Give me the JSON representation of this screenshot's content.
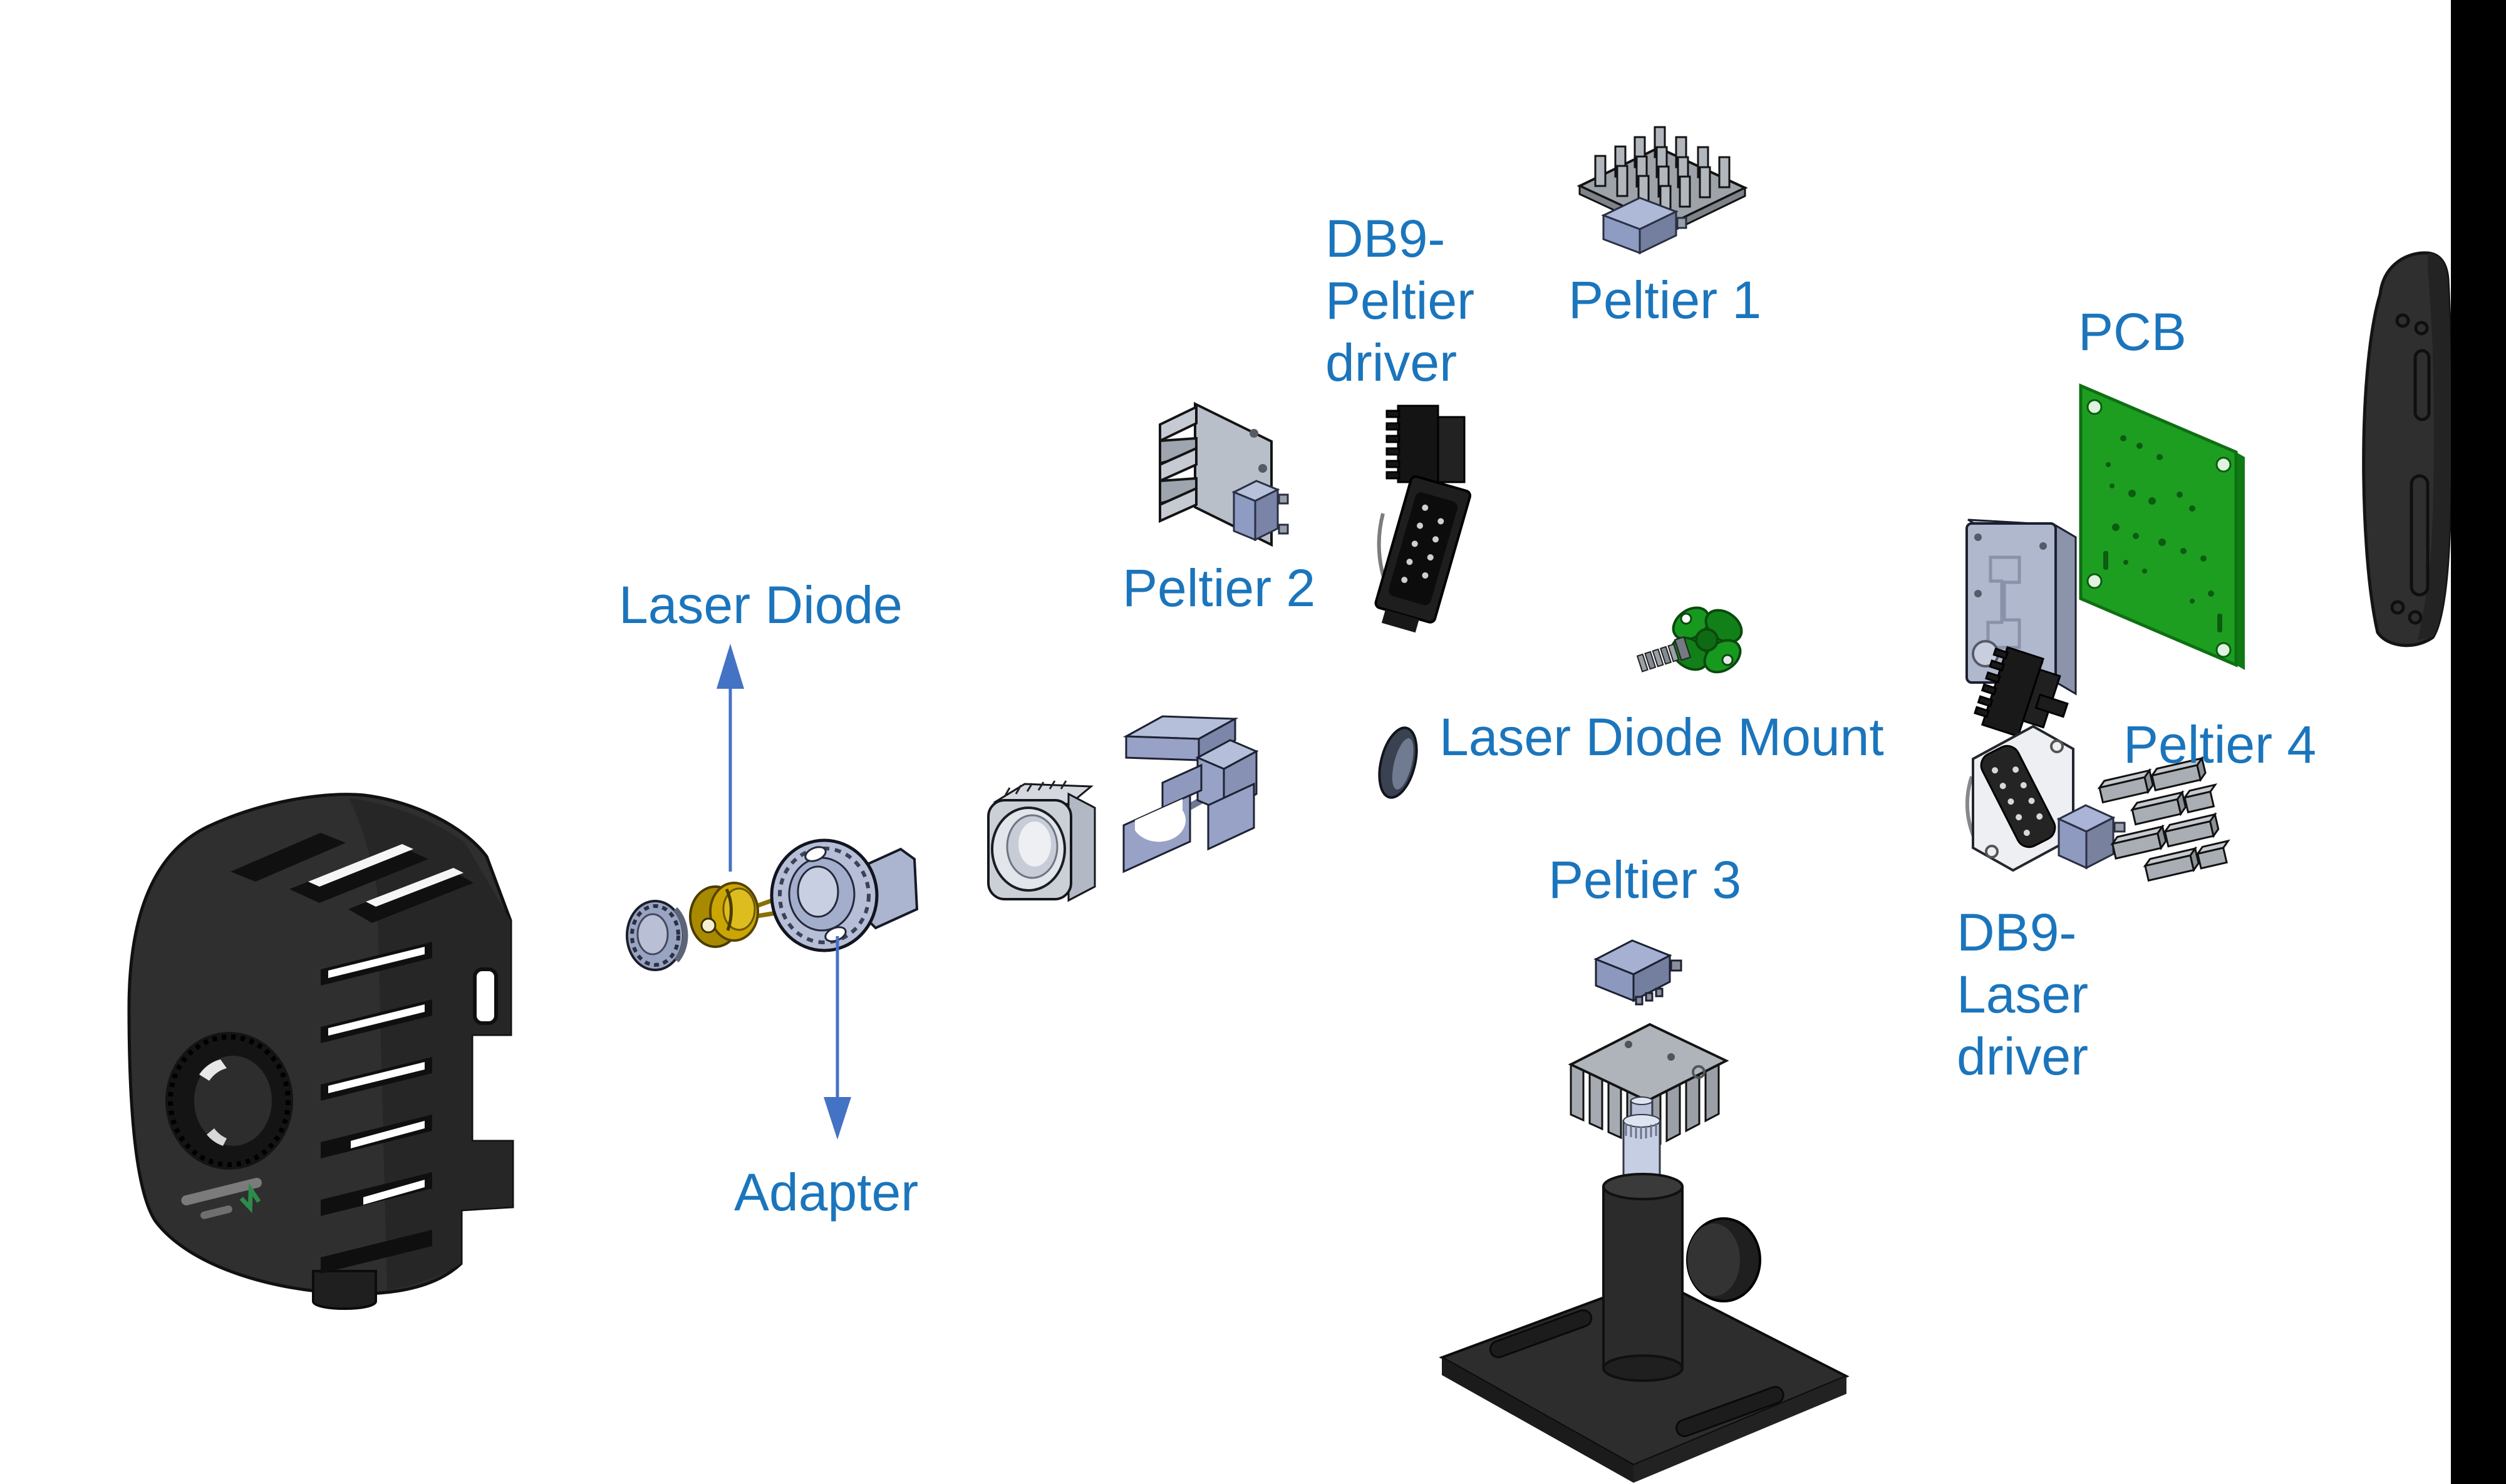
{
  "figure": {
    "type": "exploded-assembly-diagram",
    "subject": "Laser diode module exploded CAD view",
    "background": "#ffffff"
  },
  "colors": {
    "label_text": "#1B75BC",
    "arrow": "#4472C4",
    "pcb_green": "#1D9E21",
    "mount_green": "#17991F",
    "peltier_module_blue_gray": "#8E9AC0",
    "heatsink_gray": "#A9AEB5",
    "housing_black": "#2E2E2E",
    "diode_gold": "#CBA504",
    "right_edge_bar": "#000000"
  },
  "labels": {
    "laser_diode": {
      "text": "Laser Diode"
    },
    "adapter": {
      "text": "Adapter"
    },
    "peltier_1": {
      "text": "Peltier 1"
    },
    "peltier_2": {
      "text": "Peltier 2"
    },
    "peltier_3": {
      "text": "Peltier 3"
    },
    "peltier_4": {
      "text": "Peltier 4"
    },
    "pcb": {
      "text": "PCB"
    },
    "laser_diode_mount": {
      "text": "Laser Diode Mount"
    },
    "db9_peltier_driver": {
      "lines": [
        "DB9-",
        "Peltier",
        "driver"
      ]
    },
    "db9_laser_driver": {
      "lines": [
        "DB9-",
        "Laser",
        "driver"
      ]
    }
  },
  "parts": [
    {
      "id": "housing",
      "name": "black laser housing"
    },
    {
      "id": "knurled-cap",
      "name": "knurled retaining cap"
    },
    {
      "id": "laser-diode",
      "name": "gold laser diode can"
    },
    {
      "id": "adapter",
      "name": "adapter flange"
    },
    {
      "id": "lens-holder",
      "name": "lens holder block"
    },
    {
      "id": "clamp-assembly",
      "name": "clamp block assembly"
    },
    {
      "id": "peltier-2-heatsink",
      "name": "Peltier 2 heatsink with module"
    },
    {
      "id": "db9-peltier-driver",
      "name": "DB9 Peltier driver connector"
    },
    {
      "id": "peltier-1-heatsink",
      "name": "Peltier 1 pin-fin heatsink with module"
    },
    {
      "id": "laser-diode-mount",
      "name": "green laser diode mount"
    },
    {
      "id": "mount-screw",
      "name": "mount screw"
    },
    {
      "id": "small-knob",
      "name": "small knurled knob"
    },
    {
      "id": "peltier-3",
      "name": "Peltier 3 module and heatsink"
    },
    {
      "id": "post-stand",
      "name": "post stand with base plate"
    },
    {
      "id": "pcb-mount-block",
      "name": "PCB mounting block"
    },
    {
      "id": "pcb-board",
      "name": "green PCB"
    },
    {
      "id": "rear-cover",
      "name": "black rounded rear cover"
    },
    {
      "id": "db9-laser-driver",
      "name": "DB9 laser driver connector"
    },
    {
      "id": "peltier-4-heatsink",
      "name": "Peltier 4 staggered-fin heatsink"
    }
  ]
}
